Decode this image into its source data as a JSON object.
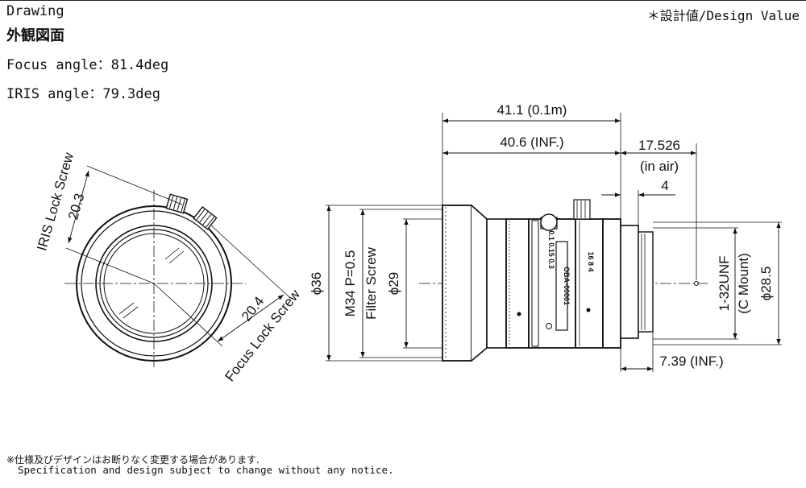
{
  "header": {
    "title": "Drawing",
    "title_jp": "外観図面",
    "focus_angle": "Focus angle：81.4deg",
    "iris_angle": "IRIS angle：79.3deg",
    "design_value": "＊設計値/Design Value"
  },
  "front_view": {
    "iris_lock_screw": "IRIS Lock Screw",
    "iris_dim": "20.3",
    "focus_lock_screw": "Focus Lock Screw",
    "focus_dim": "20.4"
  },
  "side_view": {
    "overall_01m": "41.1 (0.1m)",
    "overall_inf": "40.6 (INF.)",
    "flange": "17.526",
    "flange_sub": "(in air)",
    "mount_dim": "4",
    "back_inf": "7.39 (INF.)",
    "outer_dia": "ϕ36",
    "filter_thread": "M34 P=0.5",
    "filter_label": "Filter Screw",
    "filter_dia": "ϕ29",
    "mount_thread": "1-32UNF",
    "mount_label": "(C Mount)",
    "mount_dia": "ϕ28.5",
    "barrel_text_1": "0.1  0.15  0.3",
    "barrel_text_2": "OBA-00001",
    "barrel_text_3": "16  8  4"
  },
  "footer": {
    "notice_jp": "※仕様及びデザインはお断りなく変更する場合があります.",
    "notice_en": "Specification and design subject to change without any notice."
  }
}
